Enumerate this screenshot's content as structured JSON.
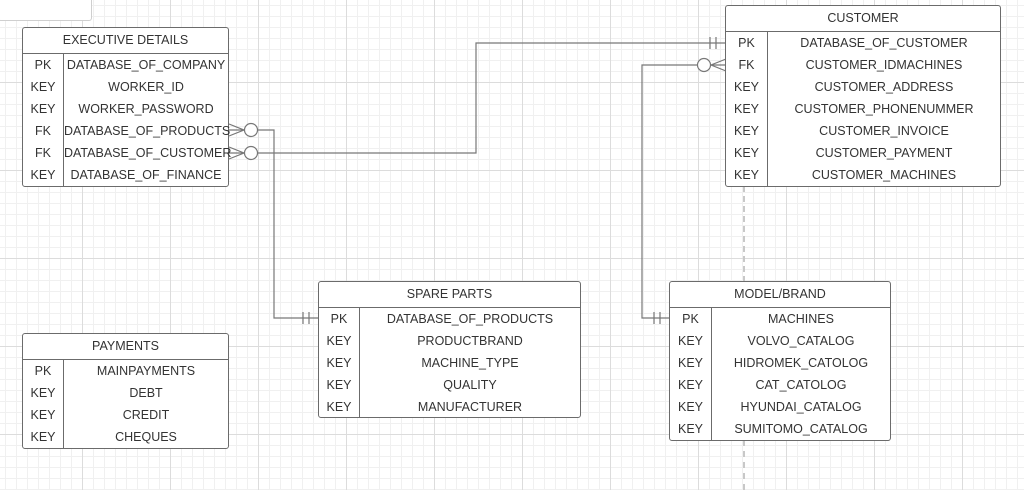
{
  "entities": {
    "executive": {
      "title": "EXECUTIVE  DETAILS",
      "rows": [
        {
          "key": "PK",
          "field": "DATABASE_OF_COMPANY"
        },
        {
          "key": "KEY",
          "field": "WORKER_ID"
        },
        {
          "key": "KEY",
          "field": "WORKER_PASSWORD"
        },
        {
          "key": "FK",
          "field": "DATABASE_OF_PRODUCTS"
        },
        {
          "key": "FK",
          "field": "DATABASE_OF_CUSTOMER"
        },
        {
          "key": "KEY",
          "field": "DATABASE_OF_FINANCE"
        }
      ]
    },
    "customer": {
      "title": "CUSTOMER",
      "rows": [
        {
          "key": "PK",
          "field": "DATABASE_OF_CUSTOMER"
        },
        {
          "key": "FK",
          "field": "CUSTOMER_IDMACHINES"
        },
        {
          "key": "KEY",
          "field": "CUSTOMER_ADDRESS"
        },
        {
          "key": "KEY",
          "field": "CUSTOMER_PHONENUMMER"
        },
        {
          "key": "KEY",
          "field": "CUSTOMER_INVOICE"
        },
        {
          "key": "KEY",
          "field": "CUSTOMER_PAYMENT"
        },
        {
          "key": "KEY",
          "field": "CUSTOMER_MACHINES"
        }
      ]
    },
    "spare_parts": {
      "title": "SPARE PARTS",
      "rows": [
        {
          "key": "PK",
          "field": "DATABASE_OF_PRODUCTS"
        },
        {
          "key": "KEY",
          "field": "PRODUCTBRAND"
        },
        {
          "key": "KEY",
          "field": "MACHINE_TYPE"
        },
        {
          "key": "KEY",
          "field": "QUALITY"
        },
        {
          "key": "KEY",
          "field": "MANUFACTURER"
        }
      ]
    },
    "model_brand": {
      "title": "MODEL/BRAND",
      "rows": [
        {
          "key": "PK",
          "field": "MACHINES"
        },
        {
          "key": "KEY",
          "field": "VOLVO_CATALOG"
        },
        {
          "key": "KEY",
          "field": "HIDROMEK_CATOLOG"
        },
        {
          "key": "KEY",
          "field": "CAT_CATOLOG"
        },
        {
          "key": "KEY",
          "field": "HYUNDAI_CATALOG"
        },
        {
          "key": "KEY",
          "field": "SUMITOMO_CATALOG"
        }
      ]
    },
    "payments": {
      "title": "PAYMENTS",
      "rows": [
        {
          "key": "PK",
          "field": "MAINPAYMENTS"
        },
        {
          "key": "KEY",
          "field": "DEBT"
        },
        {
          "key": "KEY",
          "field": "CREDIT"
        },
        {
          "key": "KEY",
          "field": "CHEQUES"
        }
      ]
    }
  },
  "relationships": [
    {
      "from": "EXECUTIVE  DETAILS.DATABASE_OF_PRODUCTS",
      "from_end": "zero-or-many",
      "to": "SPARE PARTS.DATABASE_OF_PRODUCTS",
      "to_end": "one-and-only-one"
    },
    {
      "from": "EXECUTIVE  DETAILS.DATABASE_OF_CUSTOMER",
      "from_end": "zero-or-many",
      "to": "CUSTOMER.DATABASE_OF_CUSTOMER",
      "to_end": "one-and-only-one"
    },
    {
      "from": "CUSTOMER.CUSTOMER_IDMACHINES",
      "from_end": "zero-or-many",
      "to": "MODEL/BRAND.MACHINES",
      "to_end": "one-and-only-one"
    }
  ],
  "colors": {
    "entity_border": "#6b6b6b",
    "connector": "#777777",
    "grid_major": "#dcdcdc",
    "grid_minor": "#f0f0f0"
  }
}
